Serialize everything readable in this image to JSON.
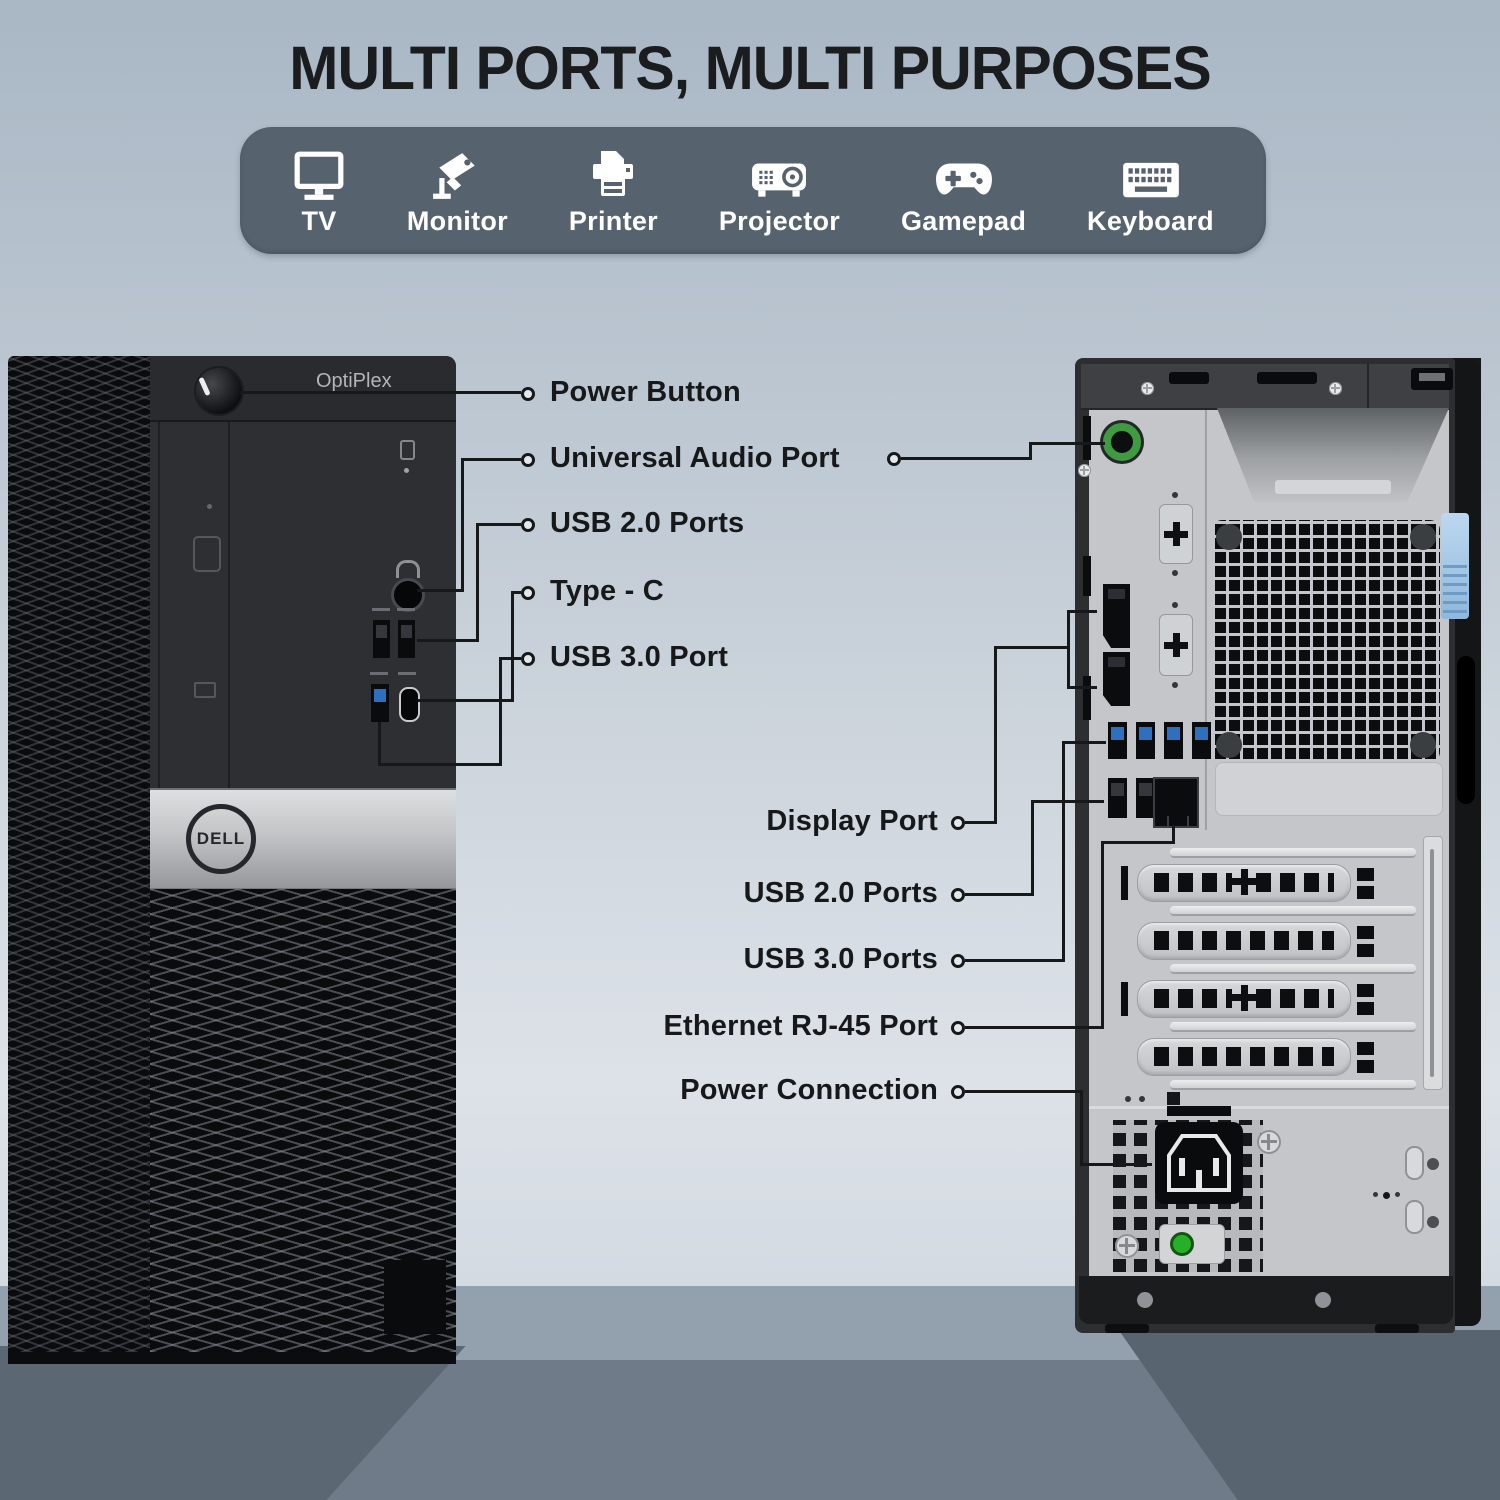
{
  "title": "MULTI PORTS, MULTI PURPOSES",
  "device_bar": {
    "background": "#57626f",
    "icon_color": "#ffffff",
    "items": [
      {
        "label": "TV",
        "icon": "tv-icon"
      },
      {
        "label": "Monitor",
        "icon": "security-camera-icon"
      },
      {
        "label": "Printer",
        "icon": "printer-icon"
      },
      {
        "label": "Projector",
        "icon": "projector-icon"
      },
      {
        "label": "Gamepad",
        "icon": "gamepad-icon"
      },
      {
        "label": "Keyboard",
        "icon": "keyboard-icon"
      }
    ]
  },
  "front_tower": {
    "model_label": "OptiPlex",
    "brand_logo": "DELL",
    "callouts": {
      "power_button": "Power Button",
      "universal_audio_port": "Universal Audio Port",
      "usb2_ports": "USB 2.0 Ports",
      "type_c": "Type - C",
      "usb3_port": "USB 3.0 Port"
    }
  },
  "rear_tower": {
    "callouts": {
      "display_port": "Display Port",
      "usb2_ports": "USB 2.0 Ports",
      "usb3_ports": "USB 3.0 Ports",
      "ethernet": "Ethernet RJ-45 Port",
      "power_connection": "Power Connection"
    }
  },
  "colors": {
    "label_text": "#17181a",
    "audio_port_green": "#3f9b3f",
    "usb3_blue": "#2e6fc0",
    "latch_blue": "#a9cce9",
    "chassis_silver": "#c4c6c9",
    "chassis_dark": "#2c2e30"
  }
}
